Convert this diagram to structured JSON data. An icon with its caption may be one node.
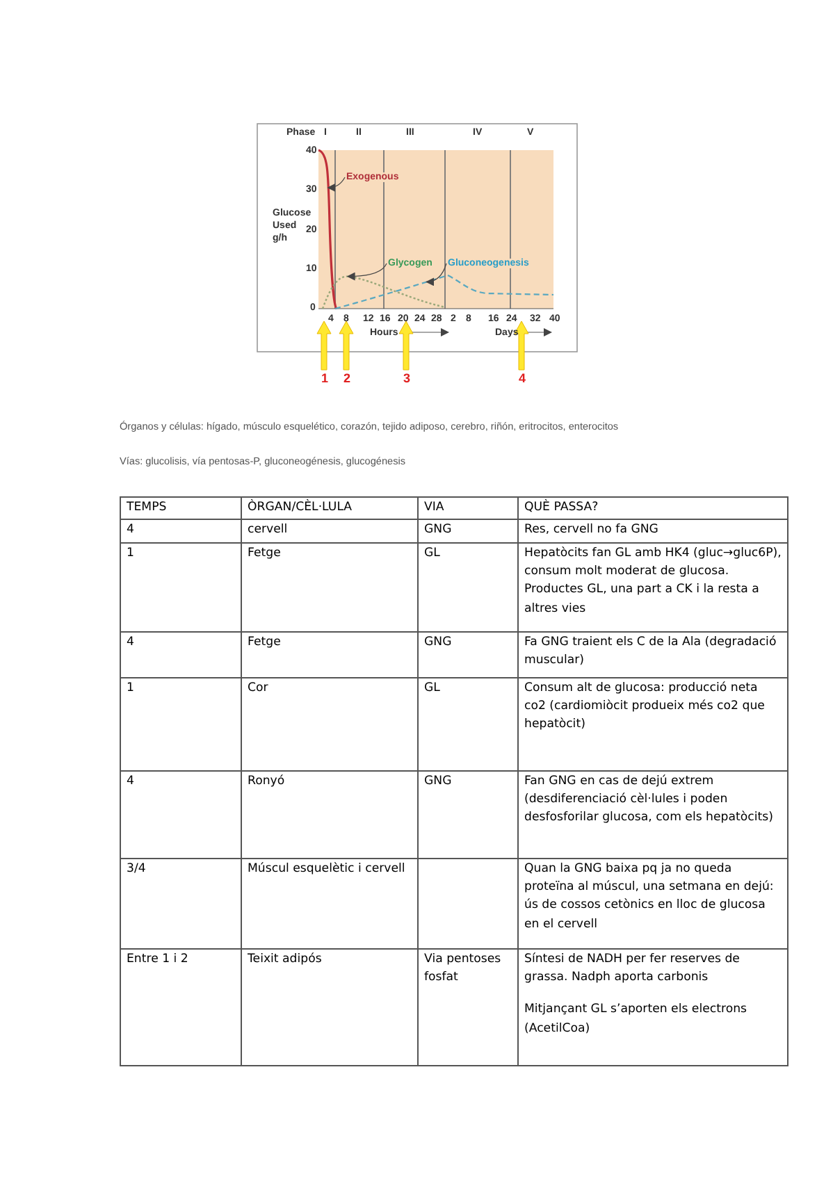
{
  "diagram": {
    "nodes": [
      {
        "text": [
          "Exogenous"
        ]
      },
      {
        "text": [],
        "shape": "line"
      },
      {
        "text": [
          "Glycogen"
        ]
      },
      {
        "text": [],
        "shape": "line"
      },
      {
        "text": [
          "Gluconeogenesis"
        ]
      },
      {
        "text": [],
        "shape": "line"
      }
    ],
    "edges": [
      {
        "from": 0,
        "to": 1,
        "arrow": "to"
      },
      {
        "from": 2,
        "to": 3,
        "arrow": "to"
      },
      {
        "from": 4,
        "to": 5,
        "arrow": "to"
      }
    ],
    "labels": [
      "Phase",
      "I",
      "II",
      "III",
      "IV",
      "V",
      "40",
      "30",
      "20",
      "10",
      "0",
      "Glucose Used g/h",
      "4",
      "8",
      "12",
      "16",
      "20",
      "24",
      "28",
      "2",
      "8",
      "16",
      "24",
      "32",
      "40",
      "Hours",
      "Days",
      "1",
      "2",
      "3",
      "4",
      "Órganos y células: hígado, músculo esquelético, corazón, tejido adiposo, cerebro, riñón, eritrocitos, enterocitos",
      "Vías: glucolisis, vía pentosas-P, gluconeogénesis, glucogénesis",
      "TEMPS",
      "ÒRGAN/CÈL·LULA",
      "VIA",
      "QUÈ PASSA?",
      "4",
      "cervell",
      "GNG",
      "Res, cervell no fa GNG",
      "1",
      "Fetge",
      "GL",
      "Hepatòcits fan GL amb HK4 (gluc→gluc6P), consum molt moderat de glucosa. Productes GL, una part a CK i la resta a altres vies",
      "4",
      "Fetge",
      "GNG",
      "Fa GNG traient els C de la Ala (degradació muscular)",
      "1",
      "Cor",
      "GL",
      "Consum alt de glucosa: producció neta co2 (cardiomiòcit produeix més co2 que hepatòcit)",
      "4",
      "Ronyó",
      "GNG",
      "Fan GNG en cas de dejú extrem (desdiferenciació cèl·lules i poden desfosforilar glucosa, com els hepatòcits)",
      "3/4",
      "Múscul esquelètic i cervell",
      "Quan la GNG baixa pq ja no queda proteïna al múscul, una setmana en dejú: ús de cossos cetònics en lloc de glucosa en el cervell",
      "Entre 1 i 2",
      "Teixit adipós",
      "Via pentoses fosfat",
      "Síntesi de NADH per fer reserves de grassa. Nadph aporta carbonis",
      "Mitjançant GL s’aporten els electrons (AcetilCoa)"
    ]
  }
}
